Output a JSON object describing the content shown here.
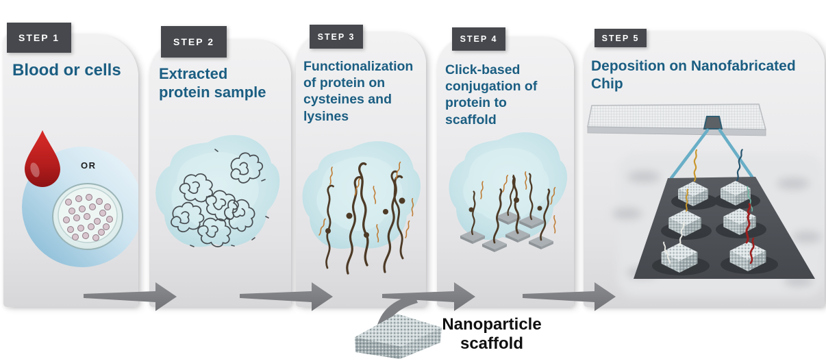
{
  "figure": {
    "type": "process-diagram",
    "description_visible_text_only": true
  },
  "steps": [
    {
      "badge": "STEP 1",
      "title": "Blood or cells",
      "or_label": "OR"
    },
    {
      "badge": "STEP 2",
      "title": "Extracted protein sample"
    },
    {
      "badge": "STEP 3",
      "title": "Functionalization of protein on cysteines and lysines"
    },
    {
      "badge": "STEP 4",
      "title": "Click-based conjugation of protein to scaffold"
    },
    {
      "badge": "STEP 5",
      "title": "Deposition on Nanofabricated Chip"
    }
  ],
  "annotation": {
    "label_line1": "Nanoparticle",
    "label_line2": "scaffold"
  },
  "colors": {
    "title_text": "#1b5e82",
    "badge_bg": "#46484d",
    "badge_text": "#ffffff",
    "arrow": "#7e7f83",
    "card_bg": "#e9e9eb",
    "teal_blob": "#bfe2e8",
    "blood_red": "#b51d1d",
    "chip_line": "#68aec6",
    "platform_dark": "#4d5156"
  }
}
